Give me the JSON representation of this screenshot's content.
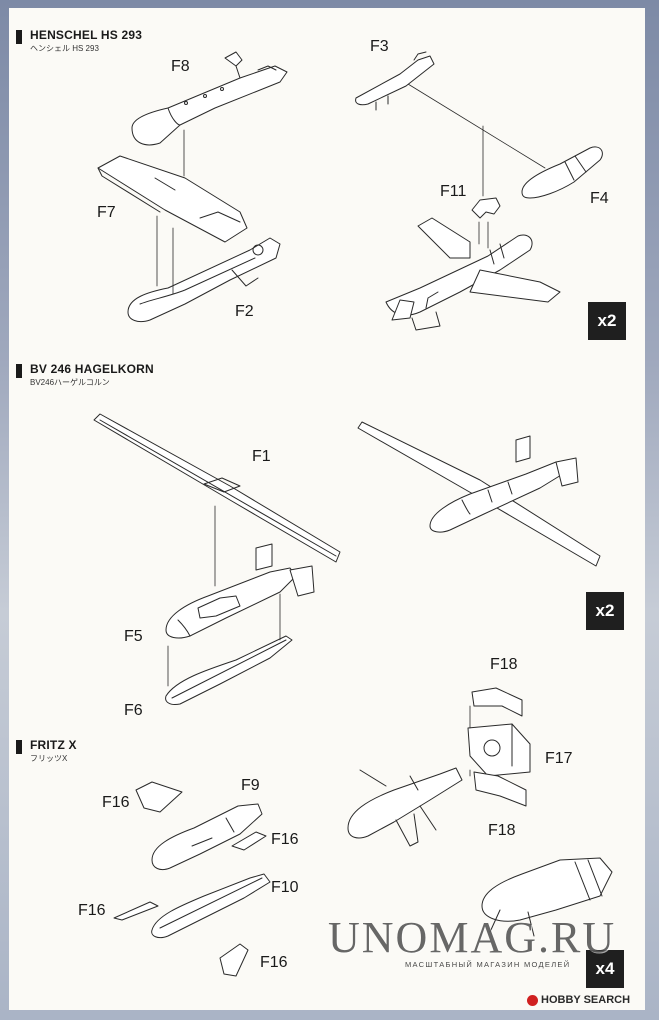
{
  "sections": {
    "hs293": {
      "title": "HENSCHEL HS 293",
      "subtitle": "ヘンシェル HS 293"
    },
    "bv246": {
      "title": "BV 246 HAGELKORN",
      "subtitle": "BV246ハーゲルコルン"
    },
    "fritz": {
      "title": "FRITZ X",
      "subtitle": "フリッツX"
    }
  },
  "part_labels": {
    "f8": "F8",
    "f7": "F7",
    "f2": "F2",
    "f3": "F3",
    "f11": "F11",
    "f4": "F4",
    "f1": "F1",
    "f5": "F5",
    "f6": "F6",
    "f18_top": "F18",
    "f17": "F17",
    "f18_bottom": "F18",
    "f16_a": "F16",
    "f9": "F9",
    "f16_b": "F16",
    "f10": "F10",
    "f16_c": "F16",
    "f16_d": "F16"
  },
  "multipliers": {
    "hs293": "x2",
    "bv246": "x2",
    "fritz": "x4"
  },
  "watermark": {
    "main": "UNOMAG.RU",
    "sub": "МАСШТАБНЫЙ МАГАЗИН МОДЕЛЕЙ"
  },
  "source_logo": {
    "text": "HOBBY SEARCH",
    "icon": "hobby-search-logo-icon"
  }
}
